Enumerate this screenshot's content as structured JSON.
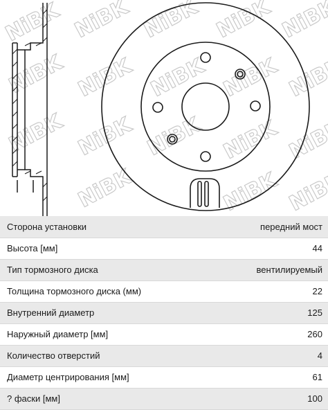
{
  "watermark": {
    "text": "NiBK"
  },
  "specs": [
    {
      "label": "Сторона установки",
      "value": "передний мост"
    },
    {
      "label": "Высота [мм]",
      "value": "44"
    },
    {
      "label": "Тип тормозного диска",
      "value": "вентилируемый"
    },
    {
      "label": "Толщина тормозного диска (мм)",
      "value": "22"
    },
    {
      "label": "Внутренний диаметр",
      "value": "125"
    },
    {
      "label": "Наружный диаметр [мм]",
      "value": "260"
    },
    {
      "label": "Количество отверстий",
      "value": "4"
    },
    {
      "label": "Диаметр центрирования [мм]",
      "value": "61"
    },
    {
      "label": "? фаски [мм]",
      "value": "100"
    }
  ]
}
